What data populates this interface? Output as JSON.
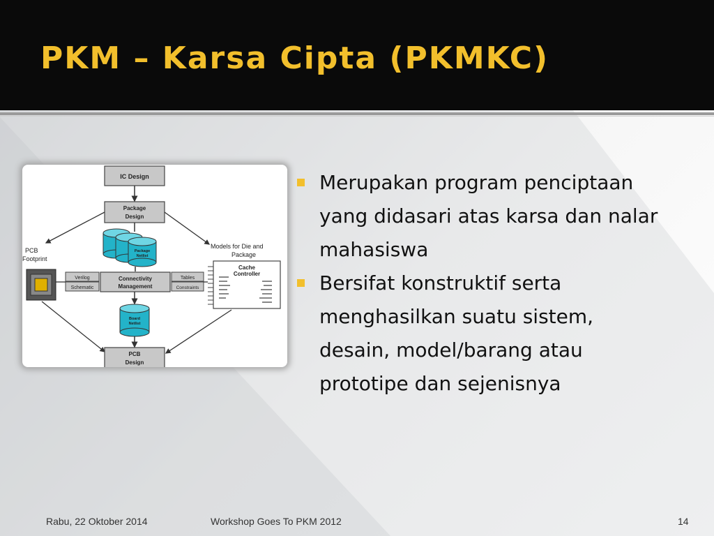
{
  "slide": {
    "title": "PKM – Karsa Cipta (PKMKC)",
    "bullets": [
      "Merupakan program penciptaan yang didasari atas karsa dan nalar mahasiswa",
      "Bersifat konstruktif serta menghasilkan suatu sistem, desain, model/barang atau prototipe dan sejenisnya"
    ],
    "accent_color": "#f2bf2c",
    "bullet_icon": "square-bullet-icon"
  },
  "diagram": {
    "ic_design": "IC Design",
    "package_design_1": "Package",
    "package_design_2": "Design",
    "package_netlist_1": "Package",
    "package_netlist_2": "Netlist",
    "pcb_footprint_1": "PCB",
    "pcb_footprint_2": "Footprint",
    "models_1": "Models for Die and",
    "models_2": "Package",
    "cache_1": "Cache",
    "cache_2": "Controller",
    "verilog": "Verilog",
    "schematic": "Schematic",
    "connectivity_1": "Connectivity",
    "connectivity_2": "Management",
    "tables": "Tables",
    "constraints": "Constraints",
    "board_netlist_1": "Board",
    "board_netlist_2": "Netlist",
    "pcb_design_1": "PCB",
    "pcb_design_2": "Design"
  },
  "footer": {
    "date": "Rabu, 22 Oktober 2014",
    "event": "Workshop Goes To PKM 2012",
    "page": "14"
  }
}
